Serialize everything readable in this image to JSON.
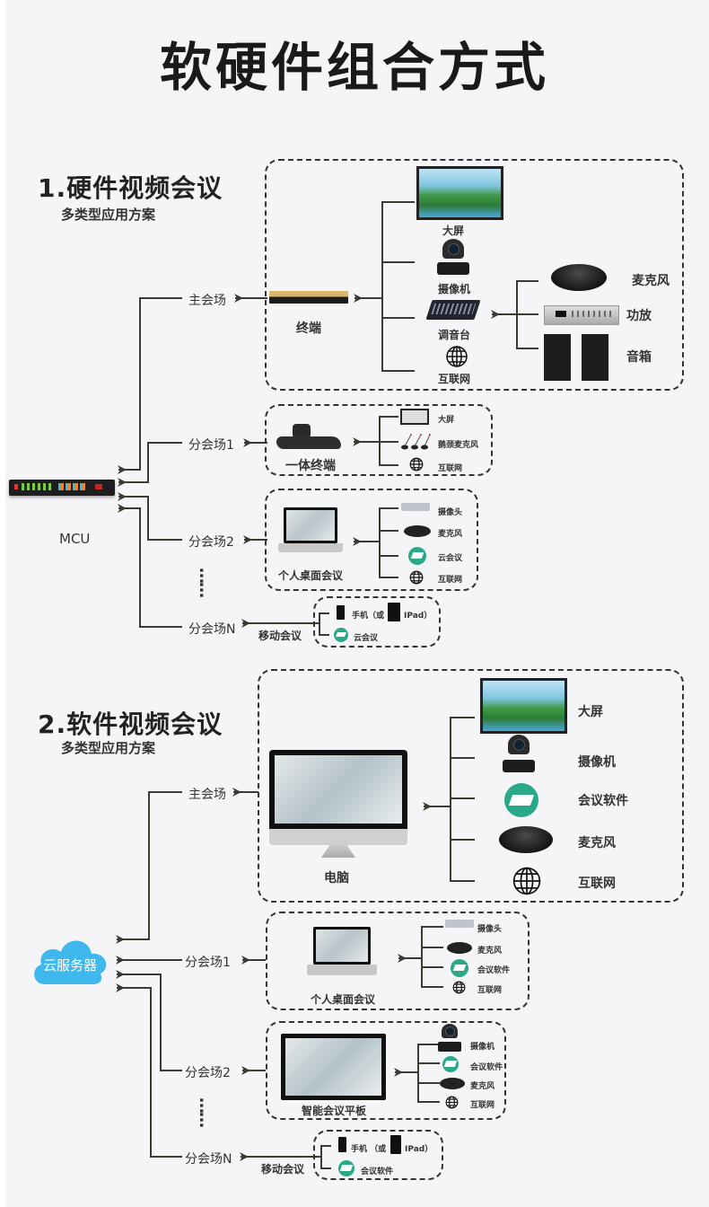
{
  "title": "软硬件组合方式",
  "colors": {
    "background": "#f5f5f7",
    "line": "#3a3c33",
    "cloud": "#3fb8ee",
    "software_icon": "#2aa88a"
  },
  "hardware": {
    "title": "1.硬件视频会议",
    "subtitle": "多类型应用方案",
    "hub": "MCU",
    "main_venue": {
      "label": "主会场",
      "device": "终端",
      "peripherals": [
        "大屏",
        "摄像机",
        "调音台",
        "互联网"
      ],
      "mixer_inputs": [
        "麦克风",
        "功放",
        "音箱"
      ]
    },
    "branch1": {
      "label": "分会场1",
      "device": "一体终端",
      "peripherals": [
        "大屏",
        "鹅颈麦克风",
        "互联网"
      ]
    },
    "branch2": {
      "label": "分会场2",
      "device": "个人桌面会议",
      "peripherals": [
        "摄像头",
        "麦克风",
        "云会议",
        "互联网"
      ]
    },
    "ellipsis": "……",
    "branchN": {
      "label": "分会场N",
      "device": "移动会议",
      "peripherals": [
        "手机（或",
        "IPad）",
        "云会议"
      ]
    }
  },
  "software": {
    "title": "2.软件视频会议",
    "subtitle": "多类型应用方案",
    "hub": "云服务器",
    "main_venue": {
      "label": "主会场",
      "device": "电脑",
      "peripherals": [
        "大屏",
        "摄像机",
        "会议软件",
        "麦克风",
        "互联网"
      ]
    },
    "branch1": {
      "label": "分会场1",
      "device": "个人桌面会议",
      "peripherals": [
        "摄像头",
        "麦克风",
        "会议软件",
        "互联网"
      ]
    },
    "branch2": {
      "label": "分会场2",
      "device": "智能会议平板",
      "peripherals": [
        "摄像机",
        "会议软件",
        "麦克风",
        "互联网"
      ]
    },
    "ellipsis": "……",
    "branchN": {
      "label": "分会场N",
      "device": "移动会议",
      "peripherals": [
        "手机 （或",
        "IPad）",
        "会议软件"
      ]
    }
  }
}
